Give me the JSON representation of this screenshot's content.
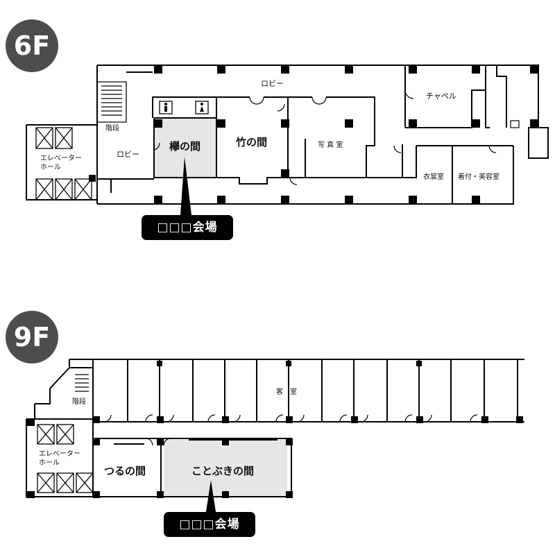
{
  "floor_6": {
    "badge": "6F",
    "rooms": {
      "lobby_main": "ロビー",
      "chapel": "チャペル",
      "stairs": "階段",
      "lobby_left": "ロビー",
      "elevator_hall": "エレベーター\nホール",
      "keyaki": "欅の間",
      "take": "竹の間",
      "photo": "写 真 室",
      "costume": "衣裳室",
      "dressing": "着付・美容室"
    },
    "venue_label": "□□□会場"
  },
  "floor_9": {
    "badge": "9F",
    "rooms": {
      "guest_rooms": "客　室",
      "stairs": "階段",
      "elevator_hall": "エレベーター\nホール",
      "tsuru": "つるの間",
      "kotobuki": "ことぶきの間"
    },
    "venue_label": "□□□会場"
  },
  "colors": {
    "wall": "#000000",
    "venue_highlight": "#e6e6e6",
    "badge_bg": "#4d4d4d",
    "callout_bg": "#000000"
  },
  "icons": {
    "restroom_male": "restroom-male-icon",
    "restroom_female": "restroom-female-icon",
    "elevator": "elevator-car-icon",
    "door": "door-swing-icon"
  }
}
